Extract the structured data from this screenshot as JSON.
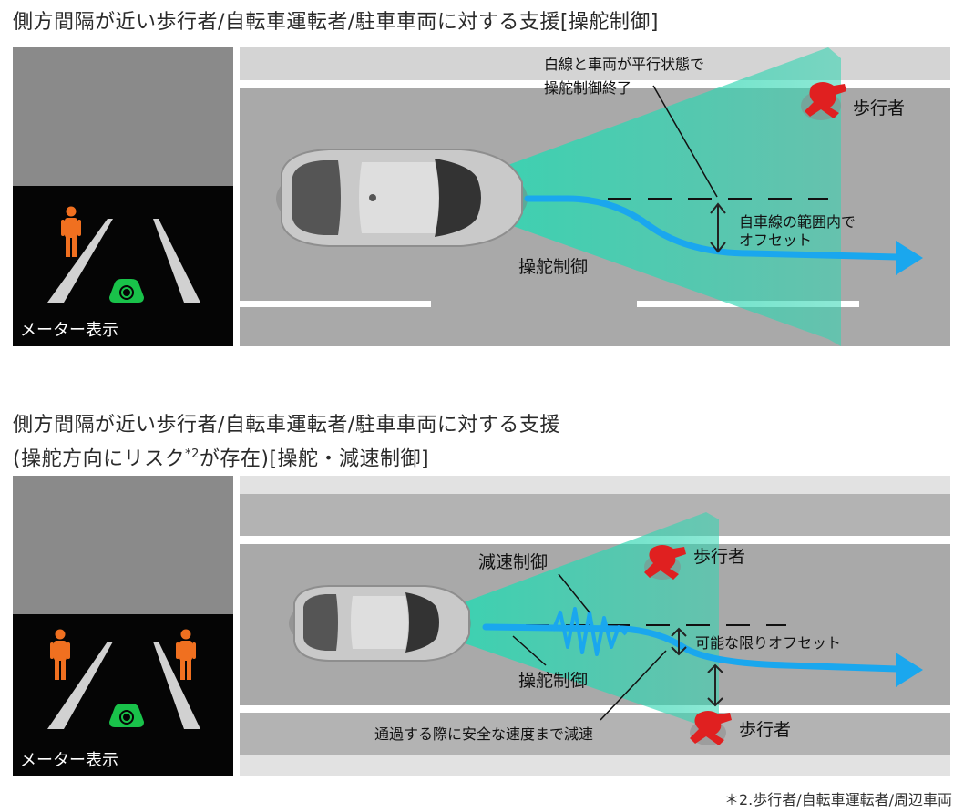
{
  "panel1": {
    "title": "側方間隔が近い歩行者/自転車運転者/駐車車両に対する支援[操舵制御]",
    "meter_label": "メーター表示",
    "label_end_1": "白線と車両が平行状態で",
    "label_end_2": "操舵制御終了",
    "label_pedestrian": "歩行者",
    "label_offset_1": "自車線の範囲内で",
    "label_offset_2": "オフセット",
    "label_steering": "操舵制御"
  },
  "panel2": {
    "title_line1": "側方間隔が近い歩行者/自転車運転者/駐車車両に対する支援",
    "title_line2_pre": "(操舵方向にリスク",
    "title_line2_sup": "*2",
    "title_line2_post": "が存在)[操舵・減速制御]",
    "meter_label": "メーター表示",
    "label_decel": "減速制御",
    "label_pedestrian_top": "歩行者",
    "label_offset": "可能な限りオフセット",
    "label_steering": "操舵制御",
    "label_pass": "通過する際に安全な速度まで減速",
    "label_pedestrian_bottom": "歩行者"
  },
  "footnote": "＊2.歩行者/自転車運転者/周辺車両",
  "colors": {
    "road": "#a9a9a9",
    "lane_marking": "#ffffff",
    "sensor_cone": "#2fd6b2",
    "path_arrow": "#1aa7ee",
    "pedestrian_meter": "#f07020",
    "pedestrian_road": "#e02020",
    "steering_icon": "#19c24a",
    "meter_bg": "#050505"
  },
  "icons": [
    "pedestrian-icon",
    "steering-assist-icon",
    "car-top-view",
    "path-arrow-icon",
    "offset-arrow-icon"
  ]
}
